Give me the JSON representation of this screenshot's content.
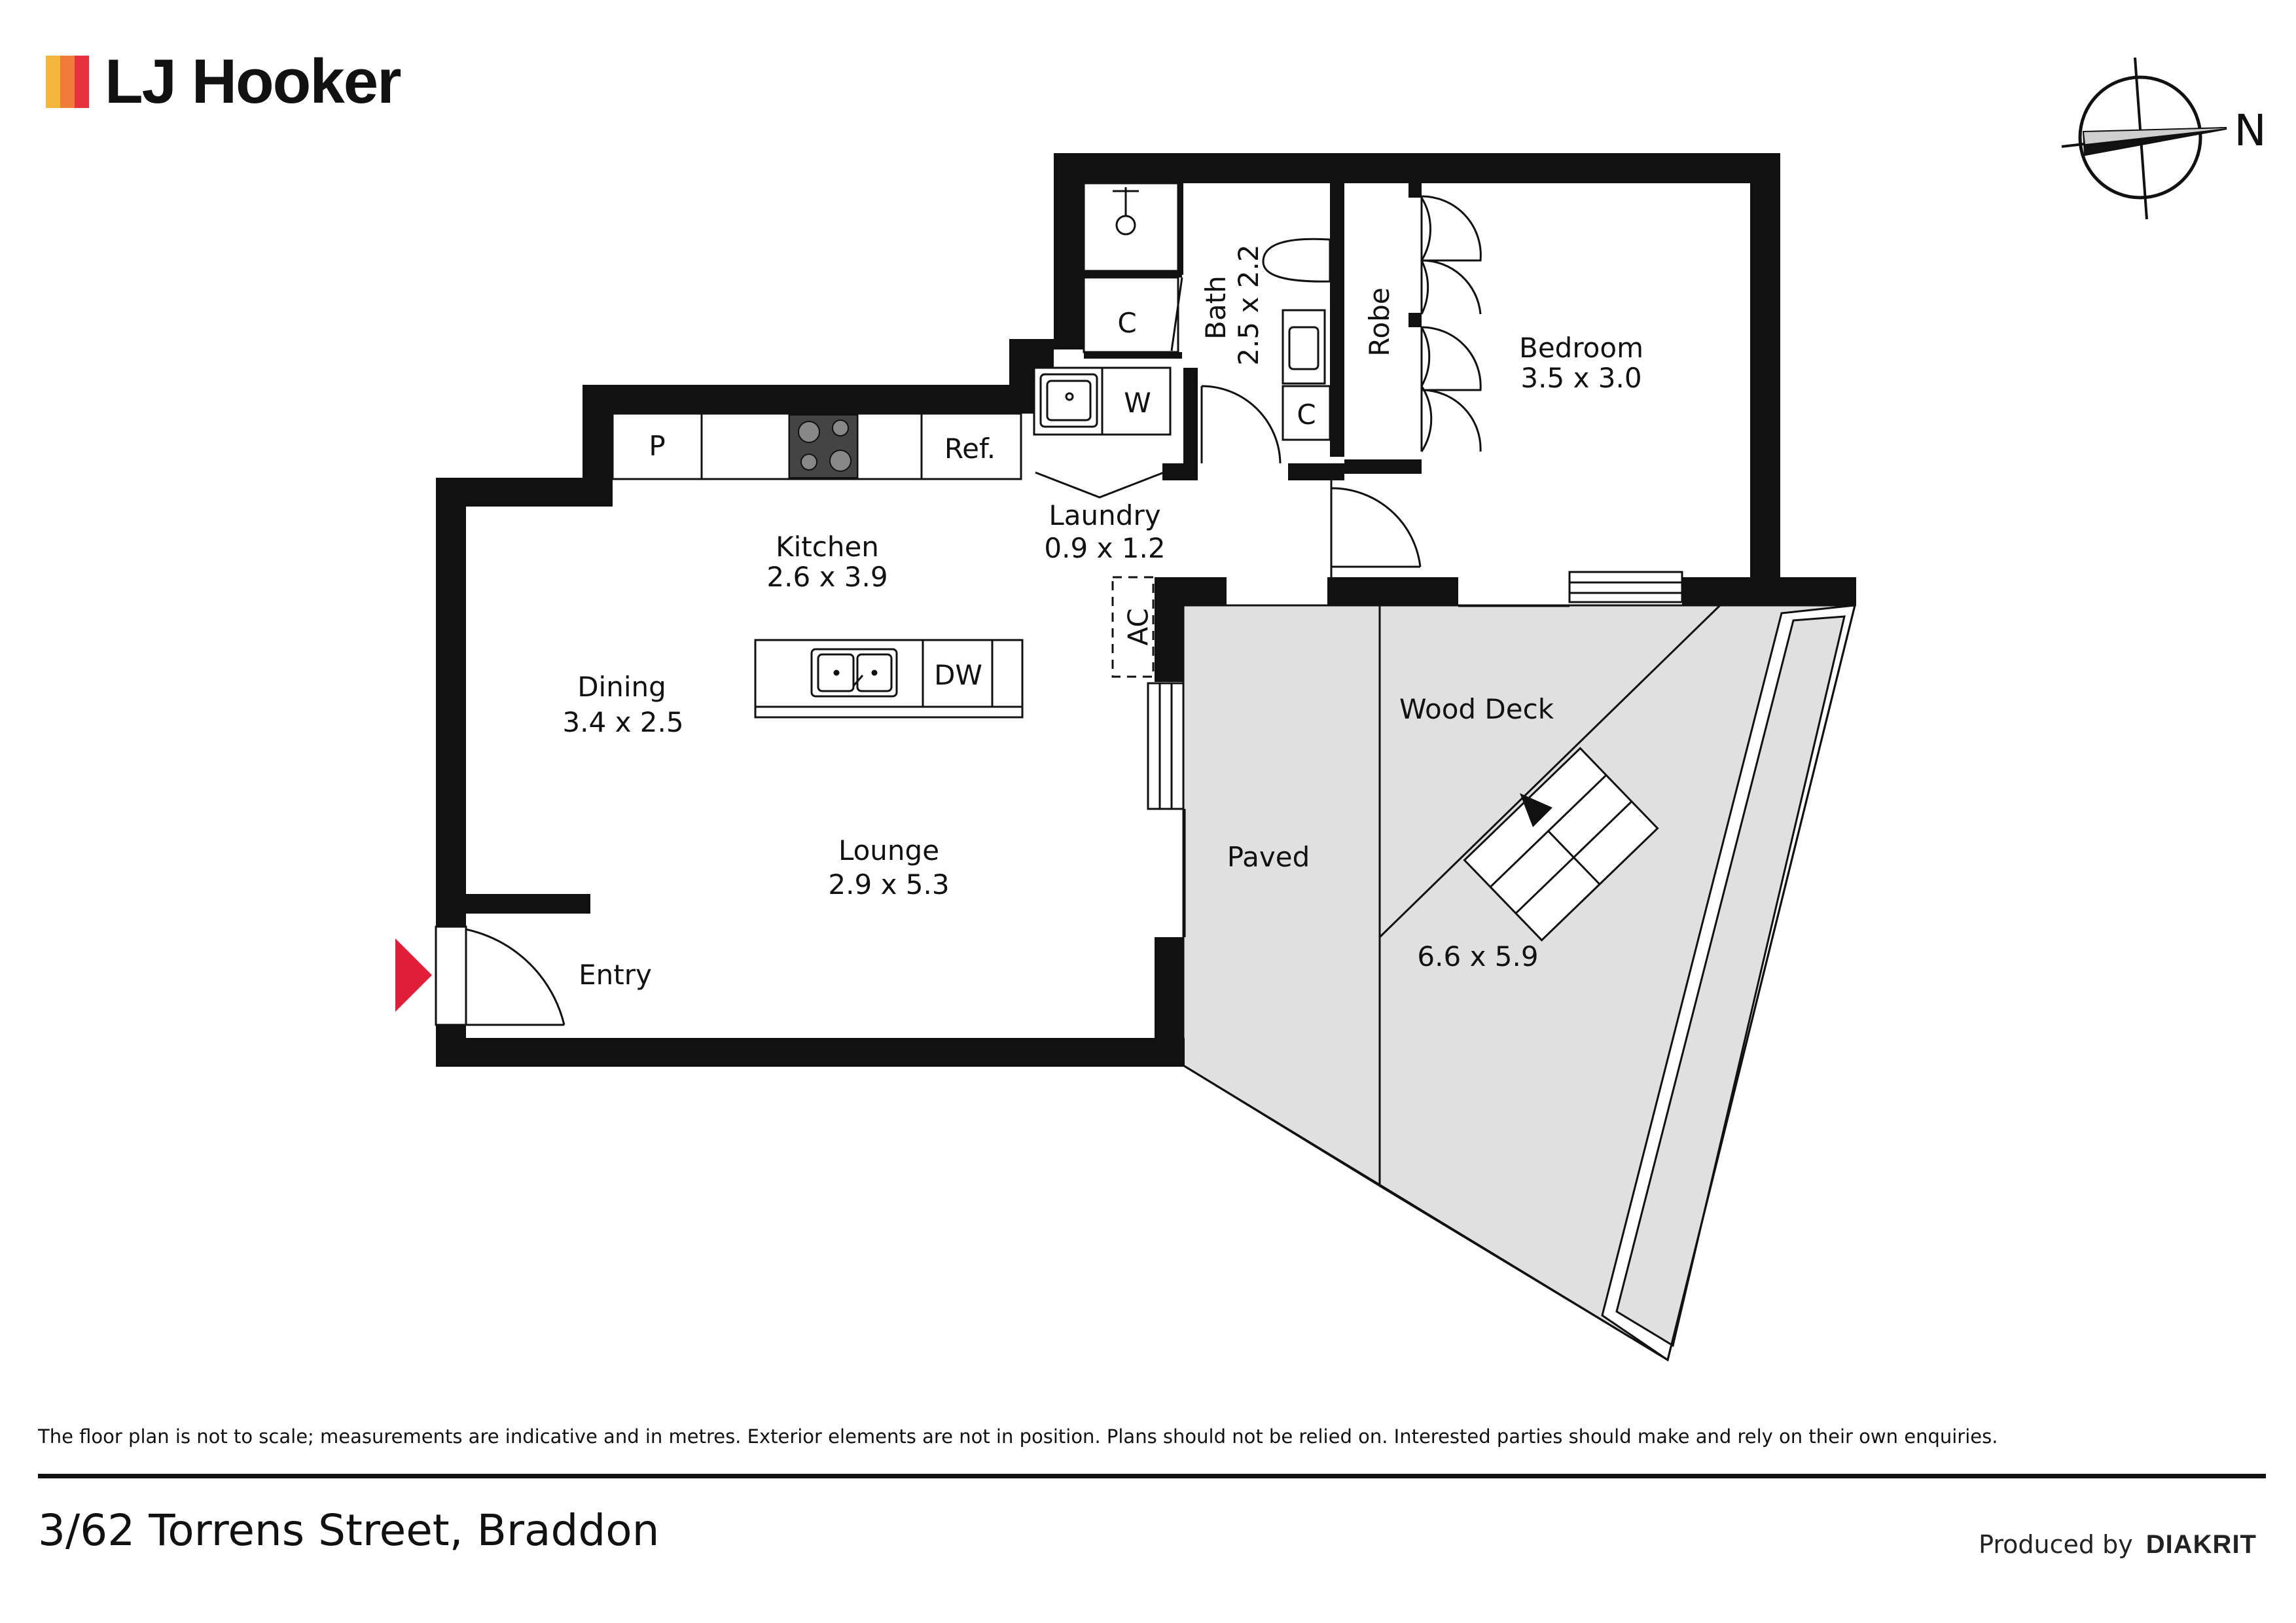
{
  "brand": {
    "name": "LJ Hooker",
    "stripe_colors": [
      "#f5b73b",
      "#f07b3a",
      "#e6323f"
    ]
  },
  "compass": {
    "label": "N"
  },
  "entry_marker_color": "#e01e37",
  "rooms": {
    "bath": {
      "name": "Bath",
      "size": "2.5 x 2.2"
    },
    "robe": {
      "name": "Robe"
    },
    "bedroom": {
      "name": "Bedroom",
      "size": "3.5 x 3.0"
    },
    "laundry": {
      "name": "Laundry",
      "size": "0.9 x 1.2"
    },
    "kitchen": {
      "name": "Kitchen",
      "size": "2.6 x 3.9"
    },
    "dining": {
      "name": "Dining",
      "size": "3.4 x 2.5"
    },
    "lounge": {
      "name": "Lounge",
      "size": "2.9 x 5.3"
    },
    "entry": {
      "name": "Entry"
    },
    "paved": {
      "name": "Paved"
    },
    "wood_deck": {
      "name": "Wood Deck",
      "size": "6.6 x 5.9"
    }
  },
  "fixtures": {
    "pantry": "P",
    "fridge": "Ref.",
    "washer": "W",
    "cupboard": "C",
    "dishwasher": "DW",
    "air_con": "AC"
  },
  "disclaimer": "The floor plan is not to scale; measurements are indicative and in metres. Exterior elements are not in position. Plans should not be relied on. Interested parties should make and rely on their own enquiries.",
  "address": "3/62 Torrens Street, Braddon",
  "producer": {
    "prefix": "Produced by",
    "name": "DIAKRIT"
  }
}
